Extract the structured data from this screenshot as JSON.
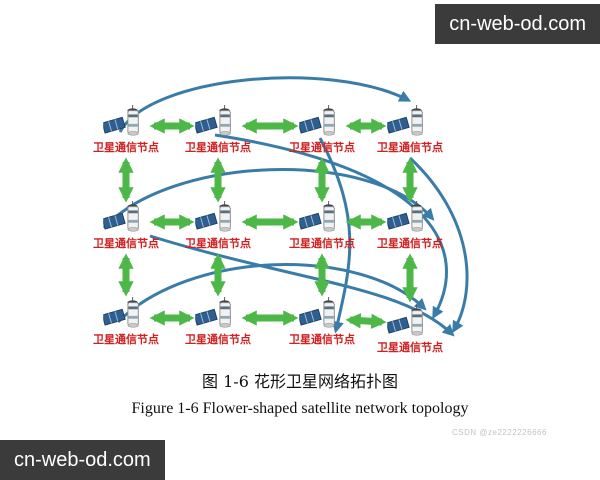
{
  "watermarks": {
    "top_right": "cn-web-od.com",
    "bottom_left": "cn-web-od.com",
    "credit": "CSDN @ze2222226666"
  },
  "diagram": {
    "node_label": "卫星通信节点",
    "grid": {
      "rows": 3,
      "cols": 4,
      "node_count": 12
    },
    "colors": {
      "adjacent_link_green": "#4db848",
      "arc_link_blue": "#3a7ca8",
      "node_label_red": "#d01f1f",
      "watermark_bg": "#3b3b3b"
    }
  },
  "captions": {
    "chinese": "图 1-6  花形卫星网络拓扑图",
    "english": "Figure 1-6 Flower-shaped satellite network topology"
  }
}
